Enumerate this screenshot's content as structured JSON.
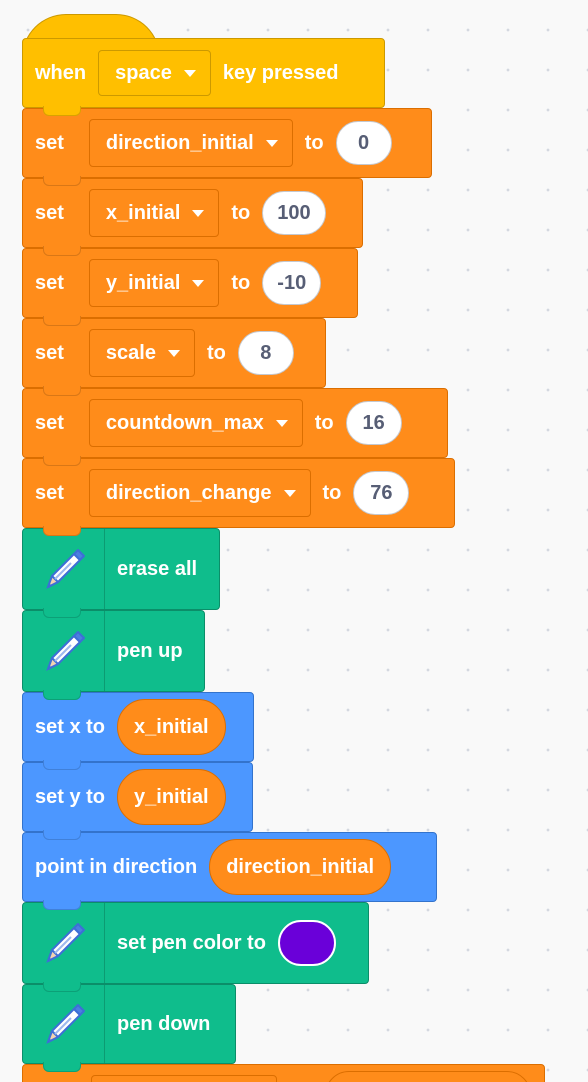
{
  "hat": {
    "when": "when",
    "key": "space",
    "suffix": "key pressed"
  },
  "set_blocks": [
    {
      "verb": "set",
      "variable": "direction_initial",
      "to": "to",
      "value": "0"
    },
    {
      "verb": "set",
      "variable": "x_initial",
      "to": "to",
      "value": "100"
    },
    {
      "verb": "set",
      "variable": "y_initial",
      "to": "to",
      "value": "-10"
    },
    {
      "verb": "set",
      "variable": "scale",
      "to": "to",
      "value": "8"
    },
    {
      "verb": "set",
      "variable": "countdown_max",
      "to": "to",
      "value": "16"
    },
    {
      "verb": "set",
      "variable": "direction_change",
      "to": "to",
      "value": "76"
    }
  ],
  "pen": {
    "erase_all": "erase all",
    "pen_up": "pen up",
    "set_pen_color": "set pen color to",
    "pen_color": "#6a00d9",
    "pen_down": "pen down",
    "icon": "pen-icon"
  },
  "motion": {
    "set_x_label": "set x to",
    "set_x_var": "x_initial",
    "set_y_label": "set y to",
    "set_y_var": "y_initial",
    "point_label": "point in direction",
    "point_var": "direction_initial"
  },
  "colors": {
    "events": "#ffbf00",
    "variables": "#ff8c1a",
    "pen": "#0fbd8c",
    "motion": "#4c97ff",
    "canvas": "#f9f9f9"
  }
}
